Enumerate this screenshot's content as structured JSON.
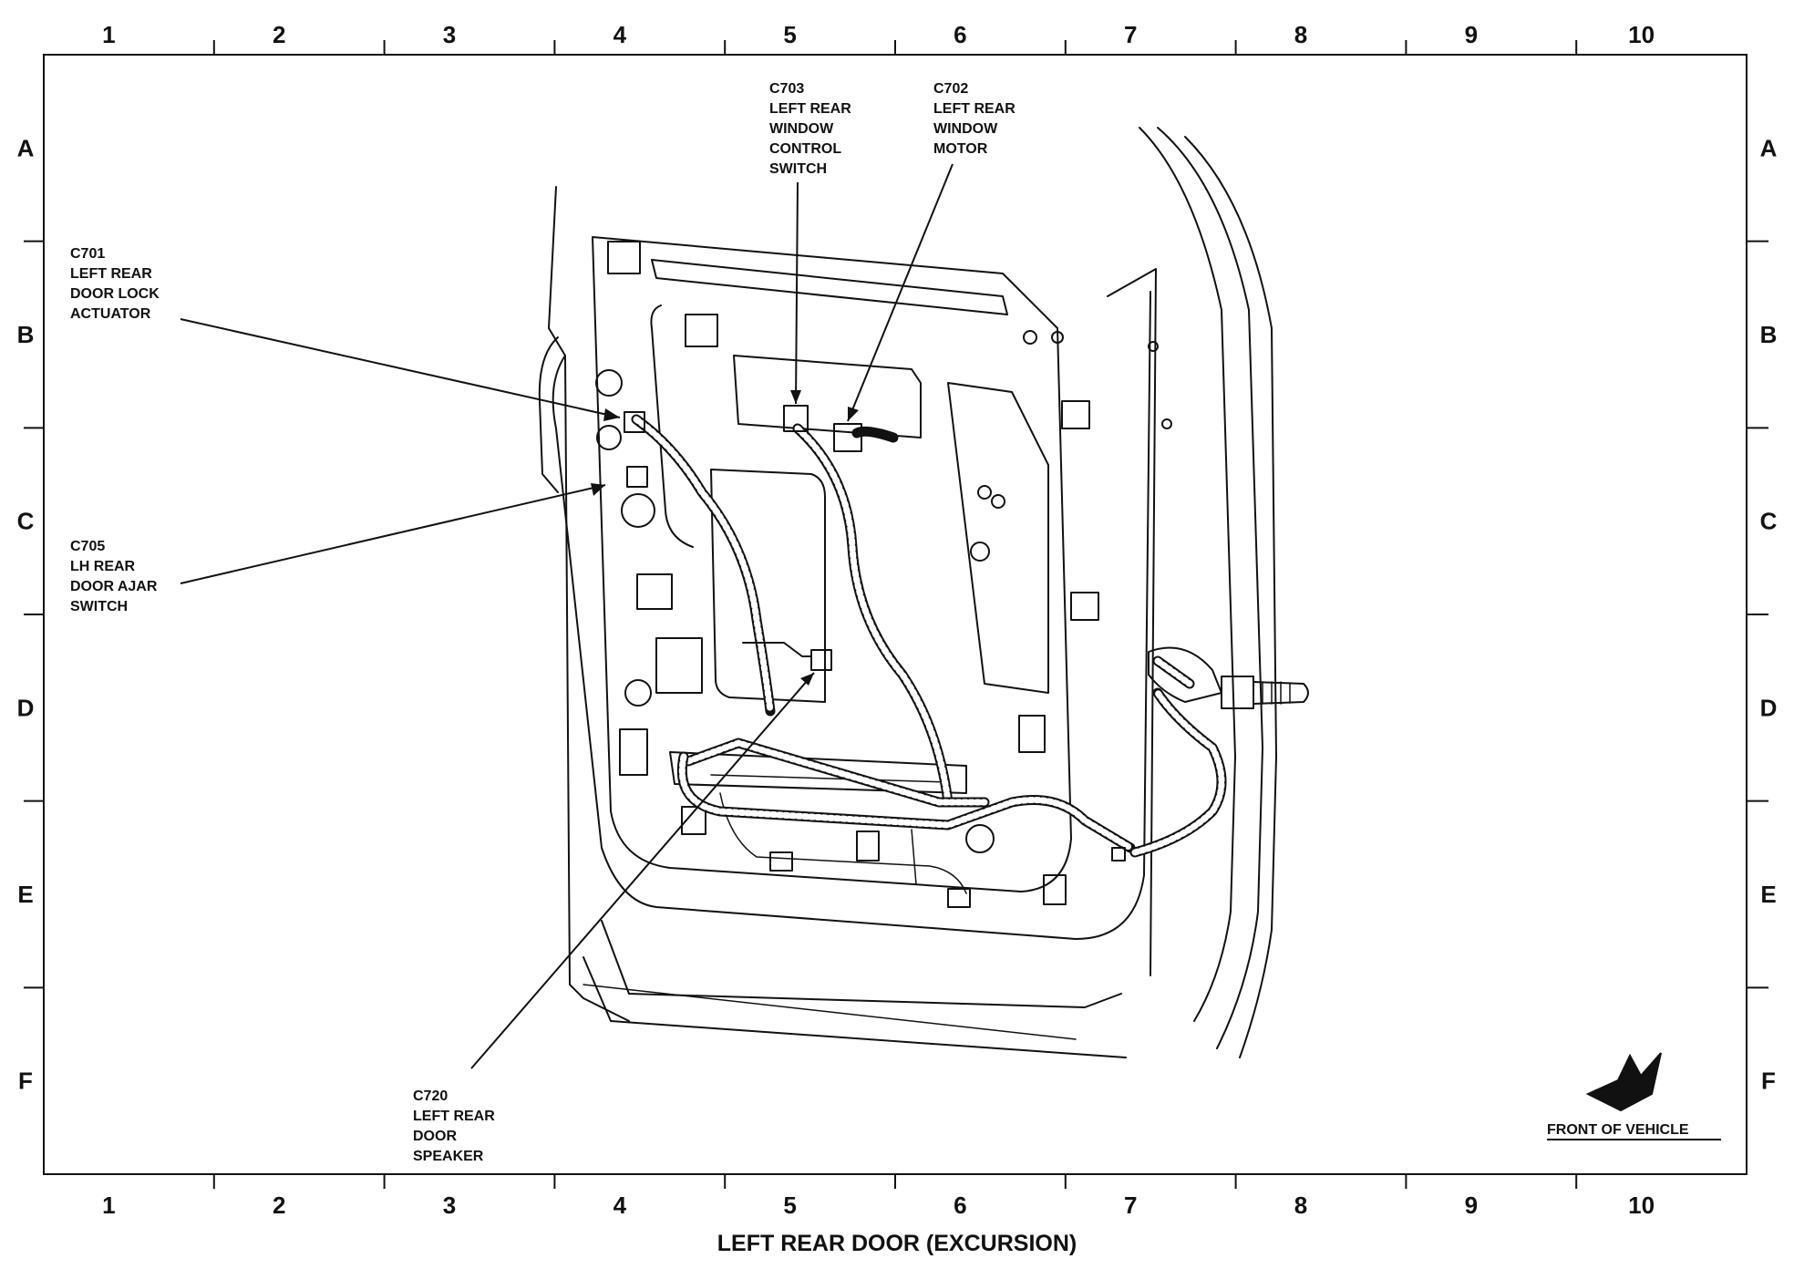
{
  "grid": {
    "columns": [
      "1",
      "2",
      "3",
      "4",
      "5",
      "6",
      "7",
      "8",
      "9",
      "10"
    ],
    "rows": [
      "A",
      "B",
      "C",
      "D",
      "E",
      "F"
    ]
  },
  "callouts": {
    "c701": [
      "C701",
      "LEFT REAR",
      "DOOR LOCK",
      "ACTUATOR"
    ],
    "c703": [
      "C703",
      "LEFT REAR",
      "WINDOW",
      "CONTROL",
      "SWITCH"
    ],
    "c702": [
      "C702",
      "LEFT REAR",
      "WINDOW",
      "MOTOR"
    ],
    "c705": [
      "C705",
      "LH REAR",
      "DOOR AJAR",
      "SWITCH"
    ],
    "c720": [
      "C720",
      "LEFT REAR",
      "DOOR",
      "SPEAKER"
    ]
  },
  "front_of_vehicle": "FRONT OF VEHICLE",
  "title": "LEFT REAR DOOR (EXCURSION)",
  "colors": {
    "ink": "#111111",
    "paper": "#ffffff"
  },
  "icons": [
    "front-of-vehicle-arrow-icon"
  ]
}
